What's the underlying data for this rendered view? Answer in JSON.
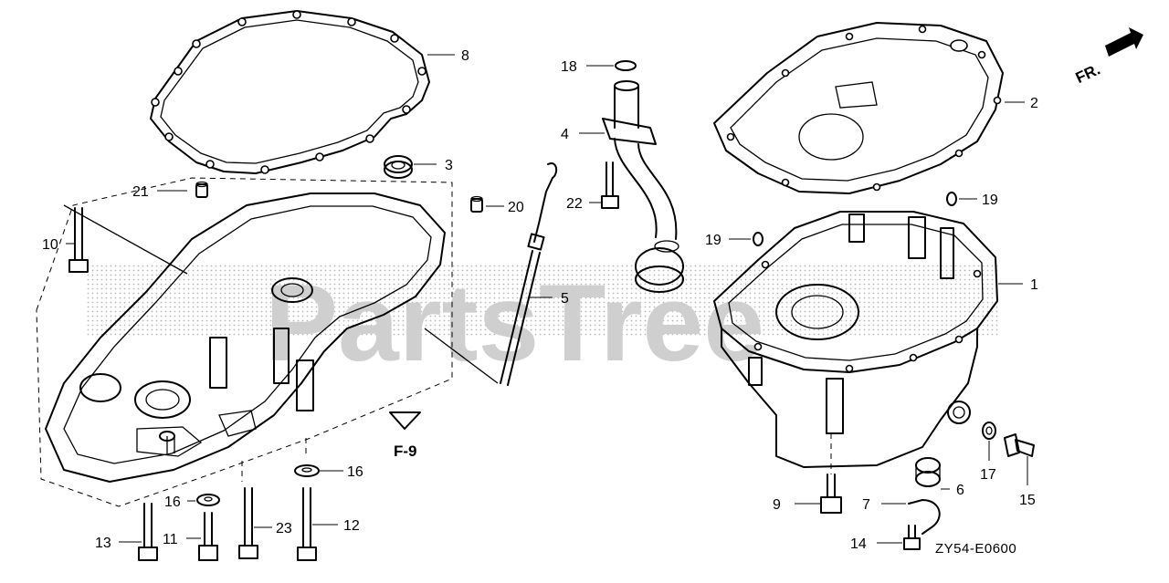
{
  "diagram": {
    "watermark": "PartsTree",
    "direction_label": "FR.",
    "view_reference": "F-9",
    "diagram_code": "ZY54-E0600",
    "callouts": {
      "c1": "1",
      "c2": "2",
      "c3": "3",
      "c4": "4",
      "c5": "5",
      "c6": "6",
      "c7": "7",
      "c8": "8",
      "c9": "9",
      "c10": "10",
      "c11": "11",
      "c12": "12",
      "c13": "13",
      "c14": "14",
      "c15": "15",
      "c16a": "16",
      "c16b": "16",
      "c17": "17",
      "c18": "18",
      "c19a": "19",
      "c19b": "19",
      "c20": "20",
      "c21": "21",
      "c22": "22",
      "c23": "23"
    }
  }
}
